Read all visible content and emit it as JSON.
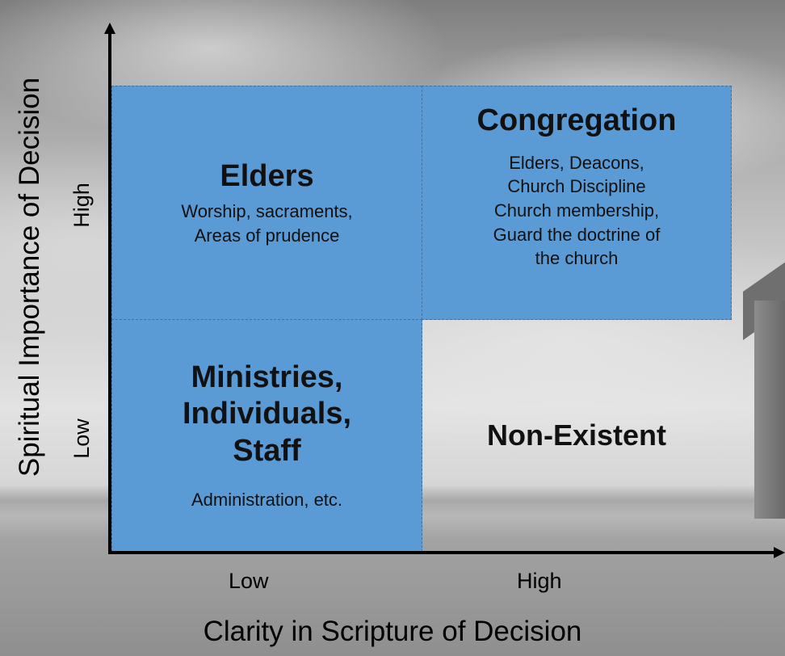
{
  "axes": {
    "x_title": "Clarity in Scripture of Decision",
    "y_title": "Spiritual Importance of Decision",
    "x_ticks": [
      "Low",
      "High"
    ],
    "y_ticks": [
      "Low",
      "High"
    ]
  },
  "quadrants": {
    "top_left": {
      "title": "Elders",
      "description": "Worship, sacraments,\nAreas of prudence",
      "color": "#5b9bd5"
    },
    "top_right": {
      "title": "Congregation",
      "description": "Elders, Deacons,\nChurch Discipline\nChurch membership,\nGuard the doctrine of\nthe church",
      "color": "#5b9bd5"
    },
    "bottom_left": {
      "title": "Ministries,\nIndividuals,\nStaff",
      "description": "Administration, etc.",
      "color": "#5b9bd5"
    },
    "bottom_right": {
      "title": "Non-Existent",
      "description": ""
    }
  }
}
